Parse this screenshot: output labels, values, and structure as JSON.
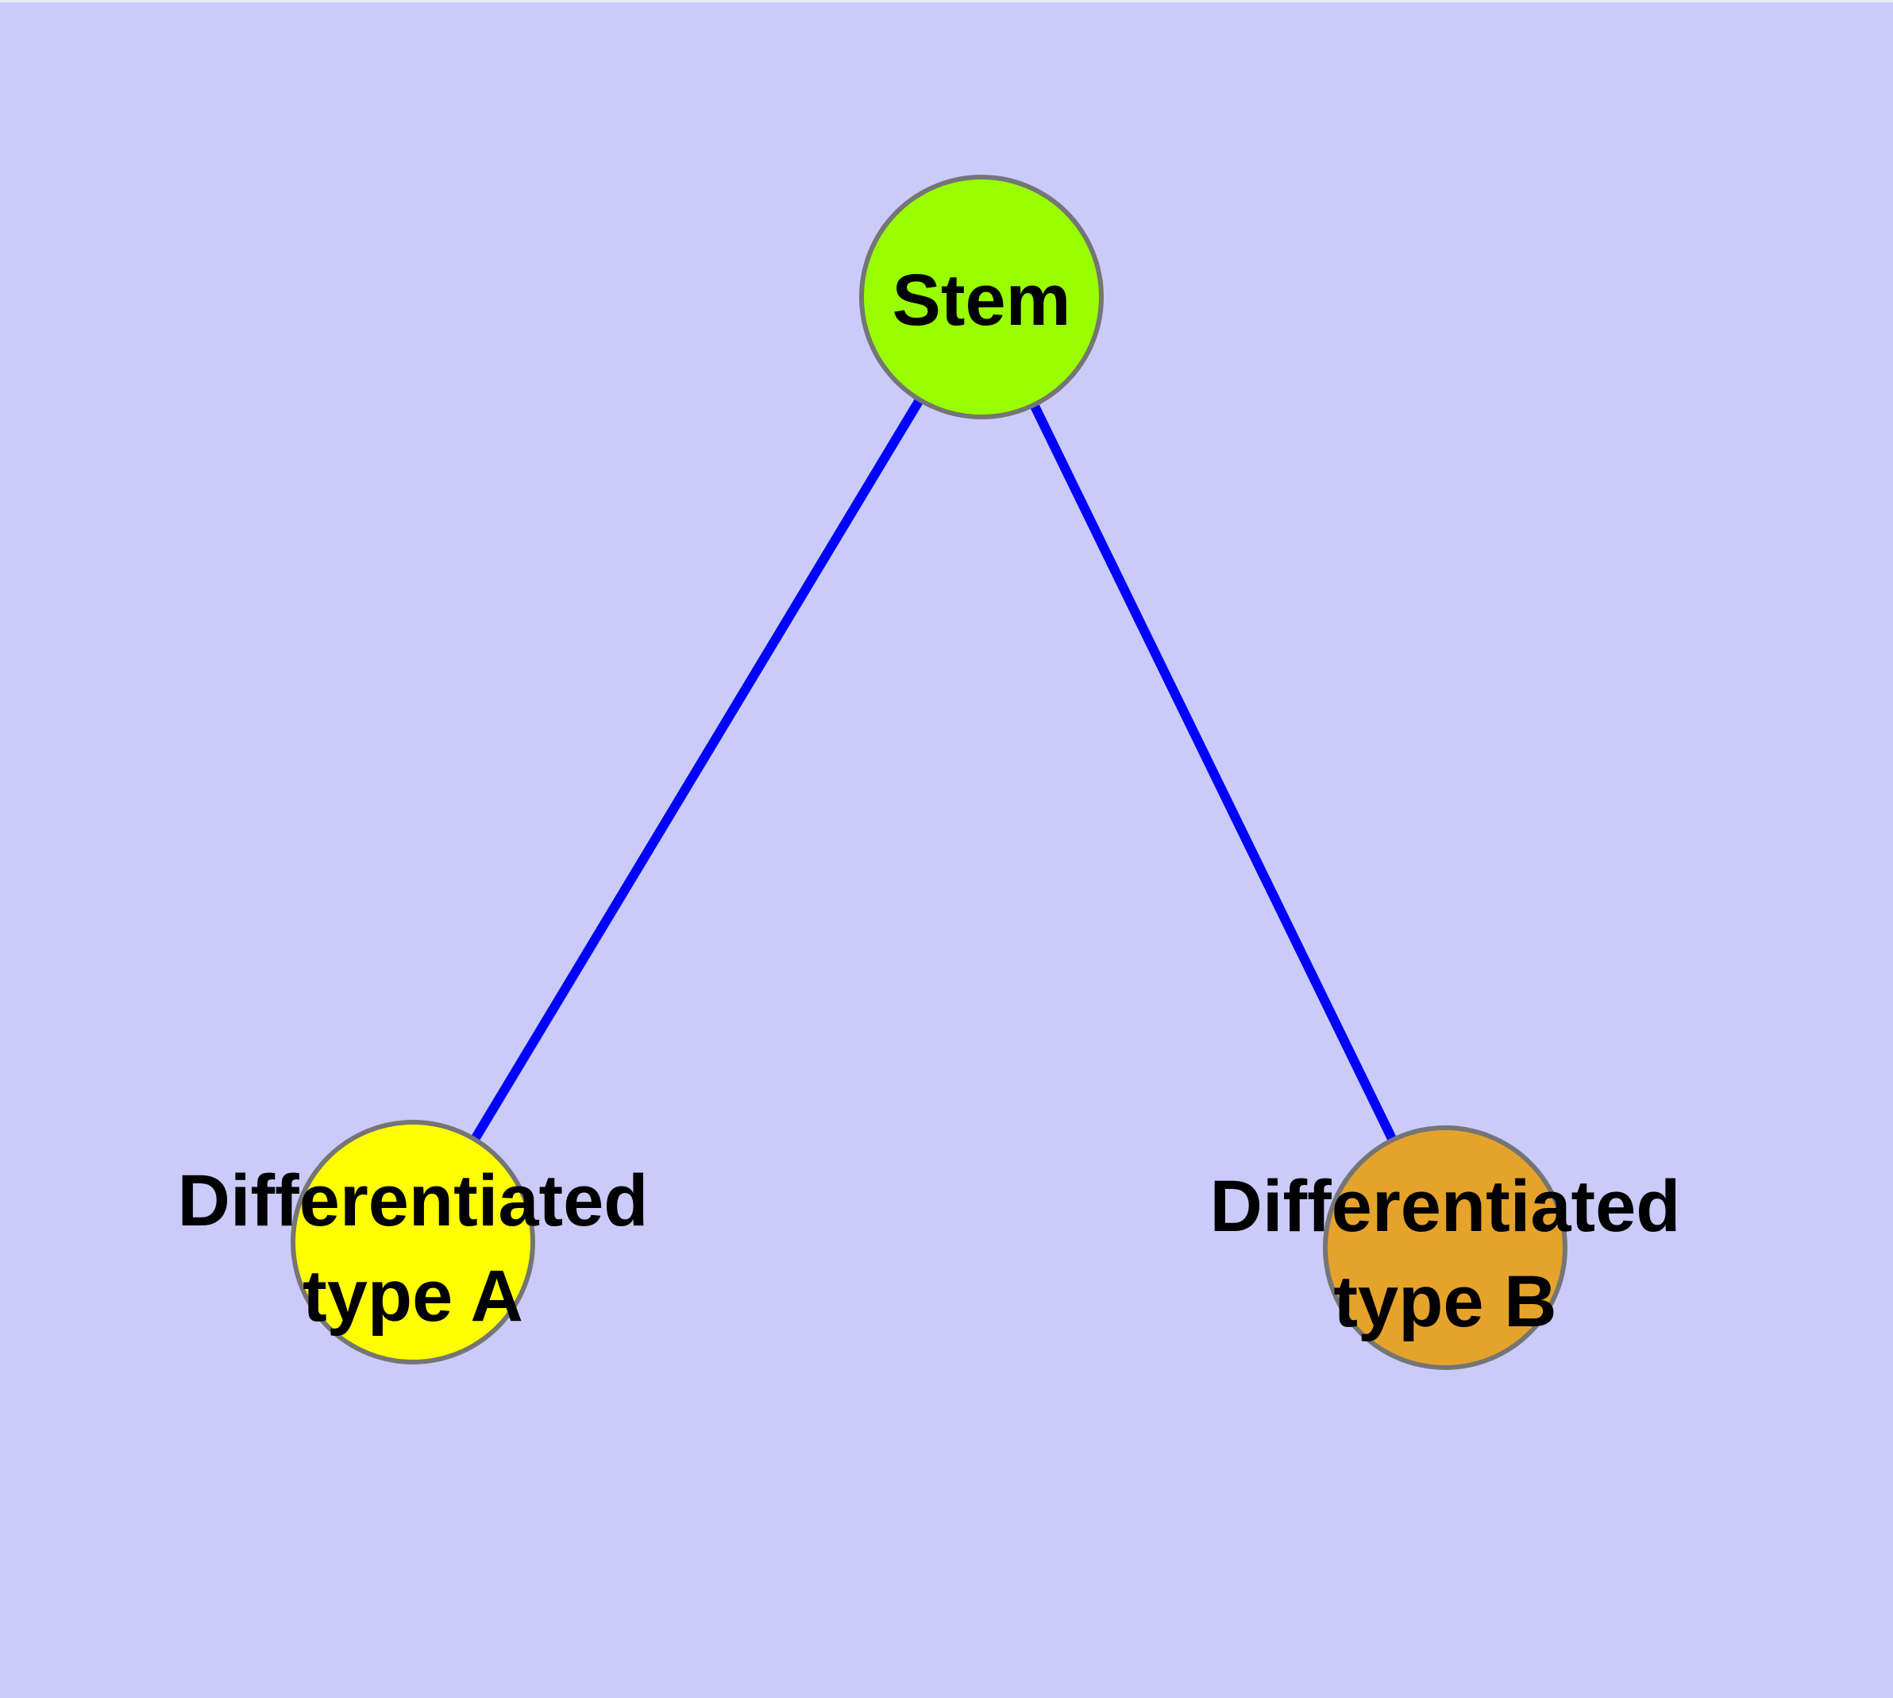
{
  "diagram": {
    "description": "Cell differentiation graph: a Stem node connected to two differentiated cell type nodes",
    "background_color": "#cbcbfa",
    "top_edge_color": "#ebebf2",
    "edge_color": "#0000ff",
    "node_border_color": "#757575",
    "label_color": "#000000",
    "nodes": {
      "stem": {
        "label": "Stem",
        "color": "#99ff00"
      },
      "type_a": {
        "label_line1": "Differentiated",
        "label_line2": "type A",
        "label_full": "Differentiated type A",
        "color": "#ffff00"
      },
      "type_b": {
        "label_line1": "Differentiated",
        "label_line2": "type B",
        "label_full": "Differentiated type B",
        "color": "#e6a32a"
      }
    },
    "edges": [
      {
        "from": "Stem",
        "to": "Differentiated type A"
      },
      {
        "from": "Stem",
        "to": "Differentiated type B"
      }
    ]
  }
}
